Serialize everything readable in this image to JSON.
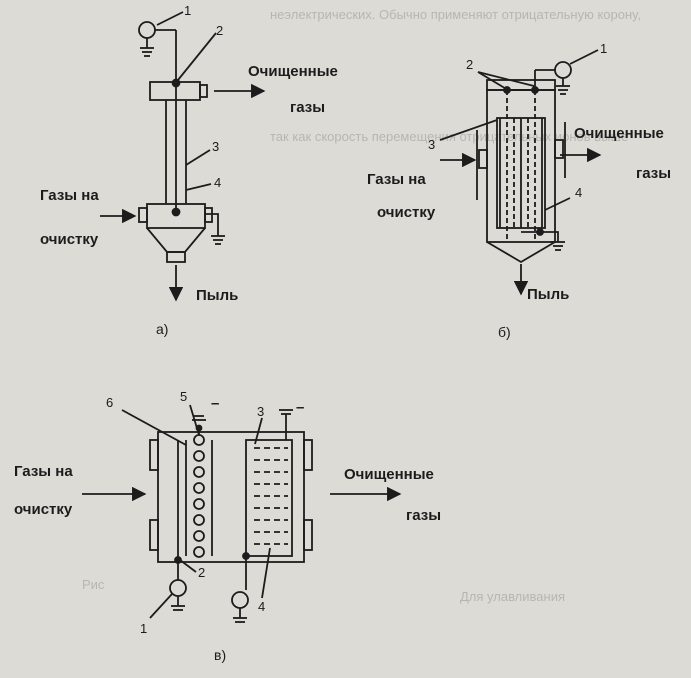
{
  "figure_a": {
    "label_clean_gas": "Очищенные",
    "label_gas": "газы",
    "label_in_1": "Газы на",
    "label_in_2": "очистку",
    "label_dust": "Пыль",
    "caption": "а)",
    "numbers": [
      "1",
      "2",
      "3",
      "4"
    ]
  },
  "figure_b": {
    "label_clean_gas": "Очищенные",
    "label_gas": "газы",
    "label_in_1": "Газы на",
    "label_in_2": "очистку",
    "label_dust": "Пыль",
    "caption": "б)",
    "numbers": [
      "1",
      "2",
      "3",
      "4"
    ]
  },
  "figure_c": {
    "label_in_1": "Газы на",
    "label_in_2": "очистку",
    "label_clean_gas": "Очищенные",
    "label_gas": "газы",
    "caption": "в)",
    "numbers": [
      "1",
      "2",
      "3",
      "4",
      "5",
      "6"
    ],
    "minus_sign": "–"
  },
  "background_text": [
    "неэлектрических. Обычно применяют отрицательную корону,",
    "так как скорость перемещения отрицательных ионов выше",
    "Для улавливания",
    "Рис"
  ]
}
